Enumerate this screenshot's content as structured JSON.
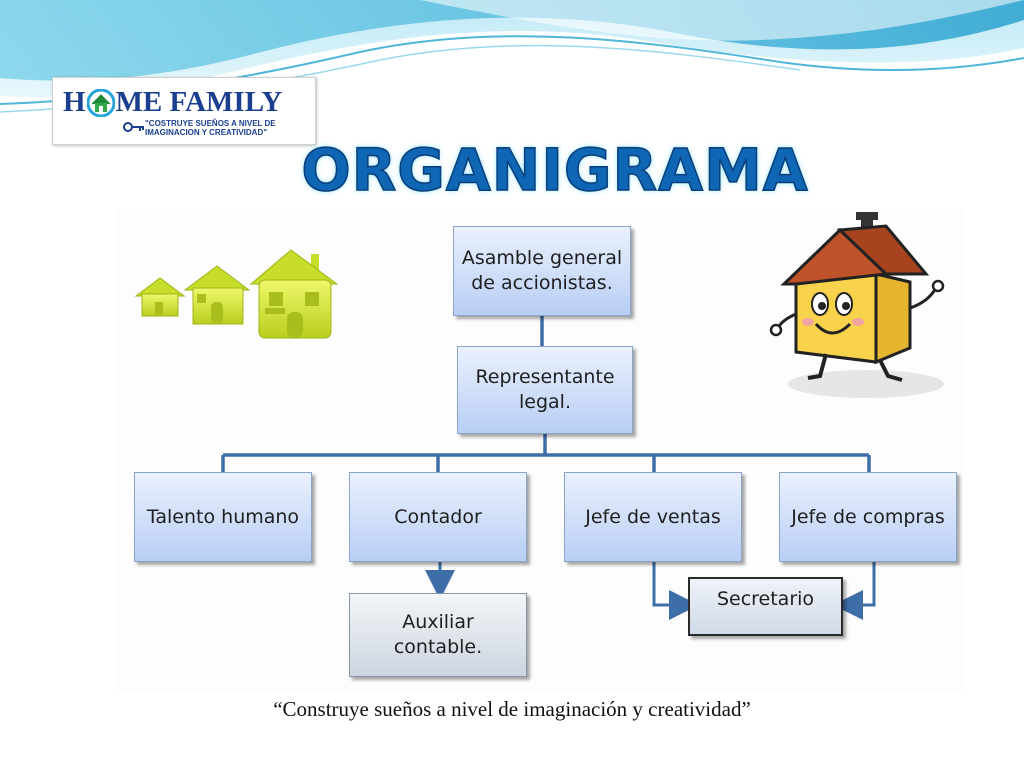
{
  "logo": {
    "name_left": "H",
    "name_right": "ME FAMILY",
    "slogan": "\"COSTRUYE SUEÑOS A NIVEL DE IMAGINACION Y CREATIVIDAD\"",
    "icon": "house-icon"
  },
  "title": "ORGANIGRAMA",
  "org_chart": {
    "nodes": [
      {
        "id": "asamblea",
        "label": "Asamble general de accionistas."
      },
      {
        "id": "representante",
        "label": "Representante legal."
      },
      {
        "id": "talento",
        "label": "Talento humano"
      },
      {
        "id": "contador",
        "label": "Contador"
      },
      {
        "id": "ventas",
        "label": "Jefe de ventas"
      },
      {
        "id": "compras",
        "label": "Jefe de compras"
      },
      {
        "id": "auxiliar",
        "label": "Auxiliar contable."
      },
      {
        "id": "secretario",
        "label": "Secretario"
      }
    ]
  },
  "quote": "“Construye sueños a nivel de imaginación y creatividad”",
  "colors": {
    "title": "#0f66b5",
    "connector": "#3d6ea8",
    "box_top": "#eaf1fd",
    "box_bottom": "#b9cef5",
    "house_green": "#d8ee3a",
    "mascot_roof": "#c0522a",
    "mascot_body": "#f7d24a"
  }
}
